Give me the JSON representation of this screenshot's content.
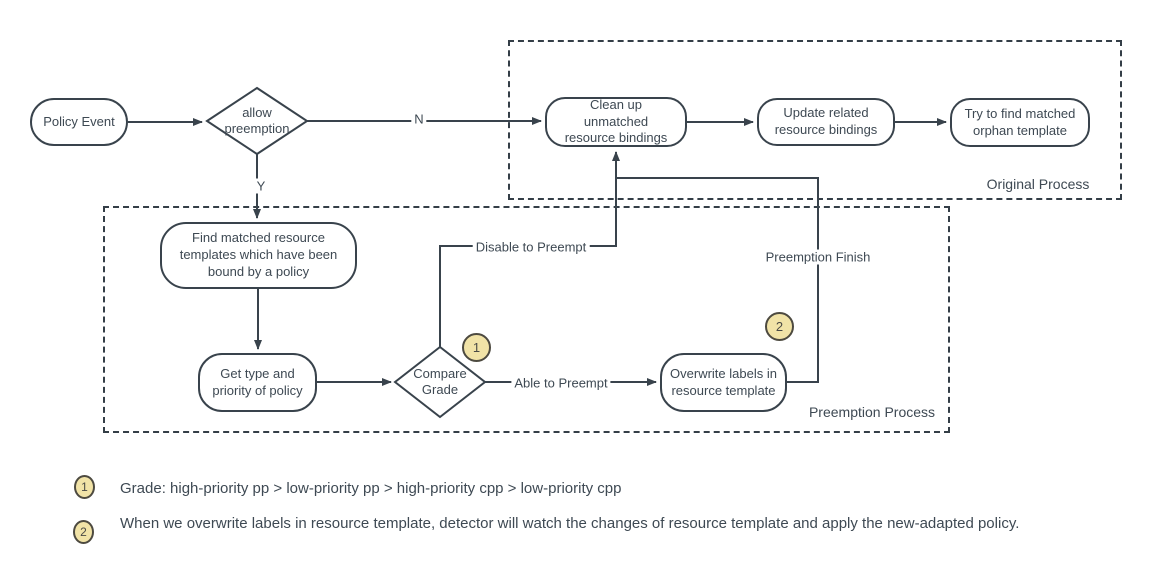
{
  "diagram": {
    "nodes": {
      "policy_event": "Policy Event",
      "allow_preemption": "allow preemption",
      "clean_up": "Clean up unmatched resource bindings",
      "update_related": "Update related resource bindings",
      "orphan_template": "Try to find matched orphan template",
      "find_matched": "Find matched resource templates which have been bound by a policy",
      "get_type": "Get type and priority of policy",
      "compare_grade": "Compare Grade",
      "overwrite_labels": "Overwrite labels in resource template"
    },
    "edge_labels": {
      "no": "N",
      "yes": "Y",
      "disable": "Disable to Preempt",
      "able": "Able to Preempt",
      "finish": "Preemption Finish"
    },
    "groups": {
      "original": "Original Process",
      "preemption": "Preemption Process"
    },
    "badges": {
      "one": "1",
      "two": "2"
    },
    "colors": {
      "stroke": "#39434c",
      "badge_fill": "#f1e3a7",
      "badge_border": "#4d4a40"
    }
  },
  "footnotes": [
    {
      "num": "1",
      "text": "Grade: high-priority pp > low-priority pp > high-priority cpp > low-priority cpp"
    },
    {
      "num": "2",
      "text": "When we overwrite labels in resource template, detector will watch the changes of resource template and apply the new-adapted policy."
    }
  ]
}
